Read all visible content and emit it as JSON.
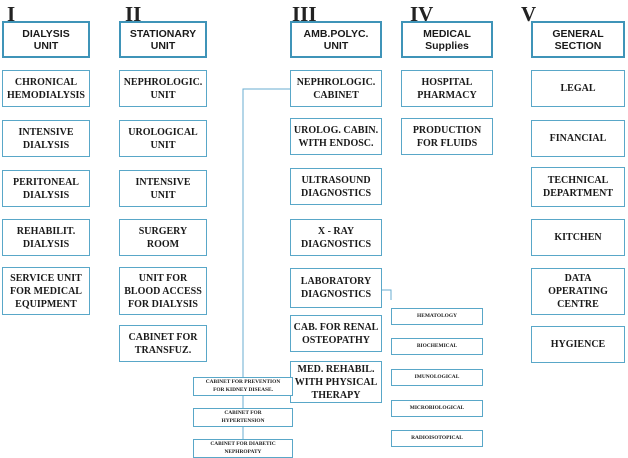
{
  "colors": {
    "border": "#59a7c8",
    "header_border": "#3f94b8",
    "connector": "#6aaed0",
    "text": "#1a1a1a"
  },
  "columns": [
    {
      "numeral": "I",
      "header": "DIALYSIS\nUNIT",
      "items": [
        "CHRONICAL\nHEMODIALYSIS",
        "INTENSIVE\nDIALYSIS",
        "PERITONEAL\nDIALYSIS",
        "REHABILIT.\nDIALYSIS",
        "SERVICE UNIT\nFOR MEDICAL\nEQUIPMENT"
      ]
    },
    {
      "numeral": "II",
      "header": "STATIONARY\nUNIT",
      "items": [
        "NEPHROLOGIC.\nUNIT",
        "UROLOGICAL\nUNIT",
        "INTENSIVE\nUNIT",
        "SURGERY\nROOM",
        "UNIT FOR\nBLOOD ACCESS\nFOR DIALYSIS",
        "CABINET FOR\nTRANSFUZ."
      ]
    },
    {
      "numeral": "III",
      "header": "AMB.POLYC.\nUNIT",
      "items": [
        "NEPHROLOGIC.\nCABINET",
        "UROLOG. CABIN.\nWITH ENDOSC.",
        "ULTRASOUND\nDIAGNOSTICS",
        "X - RAY\nDIAGNOSTICS",
        "LABORATORY\nDIAGNOSTICS",
        "CAB. FOR RENAL\nOSTEOPATHY",
        "MED. REHABIL.\nWITH PHYSICAL\nTHERAPY"
      ]
    },
    {
      "numeral": "IV",
      "header": "MEDICAL\nSupplies",
      "items": [
        "HOSPITAL\nPHARMACY",
        "PRODUCTION\nFOR FLUIDS"
      ]
    },
    {
      "numeral": "V",
      "header": "GENERAL\nSECTION",
      "items": [
        "LEGAL",
        "FINANCIAL",
        "TECHNICAL\nDEPARTMENT",
        "KITCHEN",
        "DATA\nOPERATING\nCENTRE",
        "HYGIENCE"
      ]
    }
  ],
  "nephrology_subunits": [
    "CABINET FOR PREVENTION\nFOR KIDNEY DISEASE.",
    "CABINET FOR\nHYPERTENSION",
    "CABINET FOR DIABETIC\nNEPHROPATY"
  ],
  "laboratory_subunits": [
    "HEMATOLOGY",
    "BIOCHEMICAL",
    "IMUNOLOGICAL",
    "MICROBIOLOGICAL",
    "RADIOISOTOPICAL"
  ]
}
